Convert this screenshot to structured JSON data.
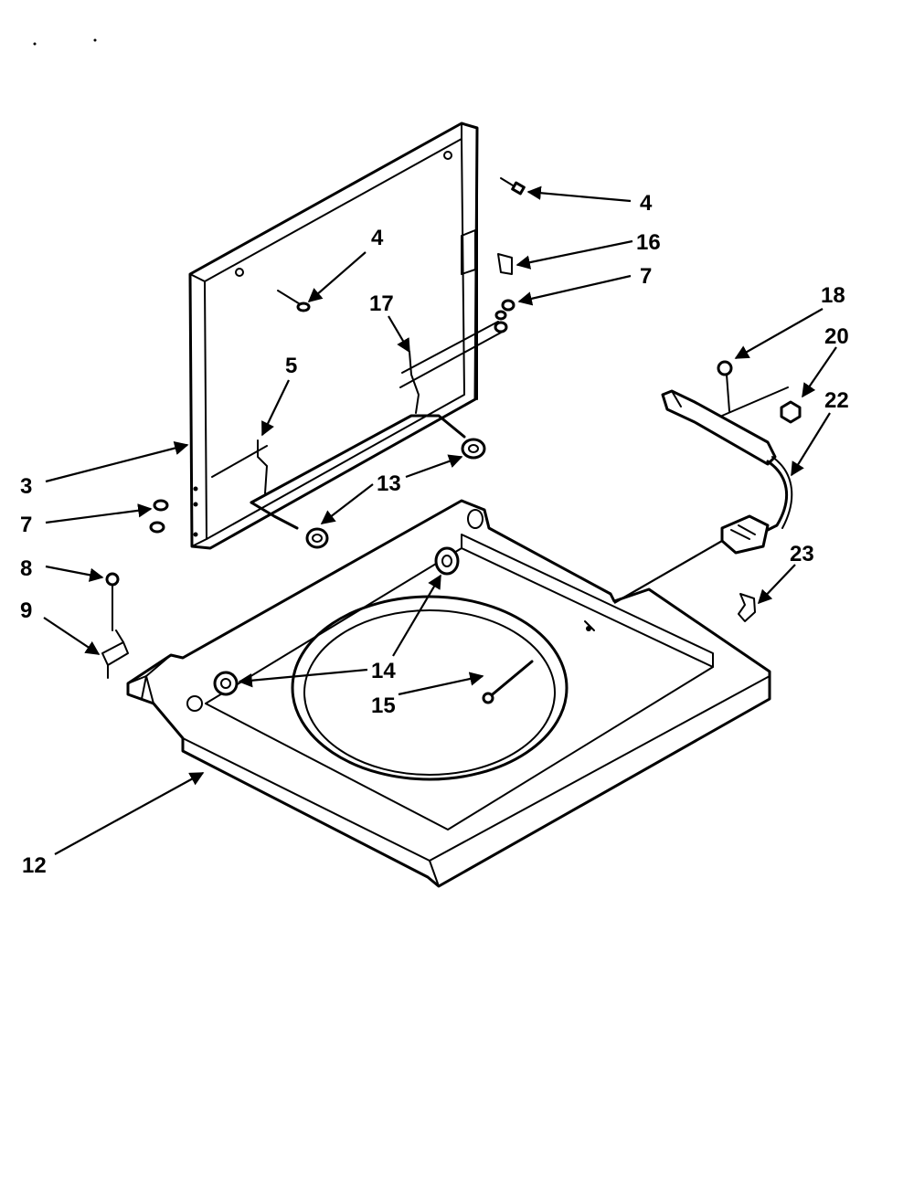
{
  "callouts": [
    {
      "id": "c3",
      "label": "3"
    },
    {
      "id": "c4a",
      "label": "4"
    },
    {
      "id": "c4b",
      "label": "4"
    },
    {
      "id": "c5",
      "label": "5"
    },
    {
      "id": "c7a",
      "label": "7"
    },
    {
      "id": "c7b",
      "label": "7"
    },
    {
      "id": "c8",
      "label": "8"
    },
    {
      "id": "c9",
      "label": "9"
    },
    {
      "id": "c12",
      "label": "12"
    },
    {
      "id": "c13",
      "label": "13"
    },
    {
      "id": "c14",
      "label": "14"
    },
    {
      "id": "c15",
      "label": "15"
    },
    {
      "id": "c16",
      "label": "16"
    },
    {
      "id": "c17",
      "label": "17"
    },
    {
      "id": "c18",
      "label": "18"
    },
    {
      "id": "c20",
      "label": "20"
    },
    {
      "id": "c22",
      "label": "22"
    },
    {
      "id": "c23",
      "label": "23"
    }
  ]
}
